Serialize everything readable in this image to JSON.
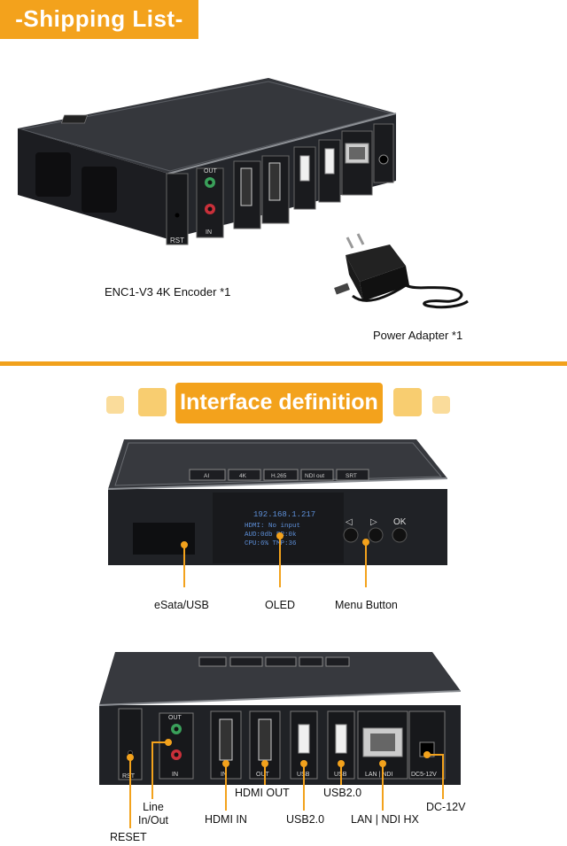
{
  "shipping": {
    "title": "-Shipping List-",
    "items": [
      {
        "name": "ENC1-V3 4K Encoder *1"
      },
      {
        "name": "Power Adapter *1"
      }
    ]
  },
  "interface": {
    "title": "Interface definition",
    "front": {
      "oled_lines": [
        "192.168.1.217",
        "HDMI: No input",
        "AUD:0db   BR:0k",
        "CPU:6%   TMP:36"
      ],
      "buttons": [
        "◁",
        "▷",
        "OK"
      ],
      "top_labels": [
        "AI",
        "4K",
        "H.265",
        "NDI out",
        "SRT"
      ],
      "callouts": [
        "eSata/USB",
        "OLED",
        "Menu Button"
      ]
    },
    "rear": {
      "port_labels": [
        "RST",
        "OUT",
        "IN",
        "IN",
        "OUT",
        "USB",
        "USB",
        "LAN | NDI",
        "DC5-12V"
      ],
      "callouts": [
        "RESET",
        "Line In/Out",
        "HDMI IN",
        "HDMI OUT",
        "USB2.0",
        "USB2.0",
        "LAN | NDI HX",
        "DC-12V"
      ]
    }
  },
  "colors": {
    "accent": "#f3a21c",
    "device": "#2a2c31"
  }
}
